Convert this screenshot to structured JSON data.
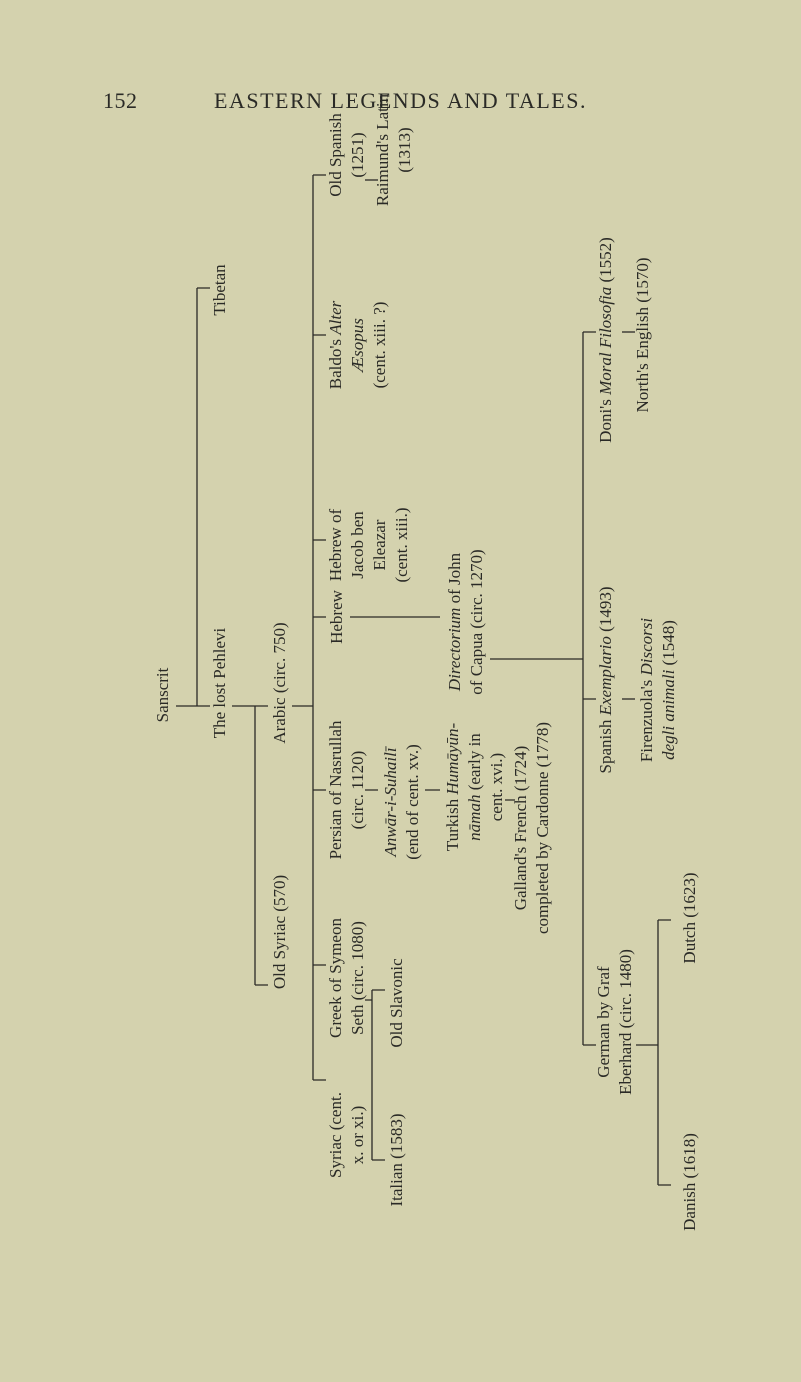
{
  "page": {
    "number": "152",
    "running_title": "EASTERN LEGENDS AND TALES."
  },
  "tree": {
    "sanscrit": "Sanscrit",
    "tibetan": "Tibetan",
    "pehlevi": "The lost Pehlevi",
    "arabic": "Arabic (circ. 750)",
    "old_syriac": "Old Syriac (570)",
    "syriac": [
      "Syriac (cent.",
      "x. or xi.)"
    ],
    "greek": [
      "Greek of Symeon",
      "Seth (circ. 1080)"
    ],
    "old_slavonic": "Old Slavonic",
    "italian": "Italian (1583)",
    "persian": [
      "Persian of Nasrullah",
      "(circ. 1120)"
    ],
    "anwar": {
      "title": "Anwār-i-Suhailī",
      "line2": "(end of cent. xv.)"
    },
    "turkish": {
      "pre": "Turkish ",
      "title": "Humāyūn-",
      "title2": "nāmah",
      "post2": " (early in",
      "line3": "cent. xvi.)"
    },
    "galland": [
      "Galland's French (1724)",
      "completed by Cardonne (1778)"
    ],
    "hebrew": "Hebrew",
    "directorium": {
      "title": "Directorium",
      "post": " of John",
      "line2": "of Capua (circ. 1270)"
    },
    "hebrew_jacob": [
      "Hebrew of",
      "Jacob ben",
      "Eleazar",
      "(cent. xiii.)"
    ],
    "baldo": {
      "pre": "Baldo's ",
      "title": "Alter",
      "title2": "Æsopus",
      "line3": "(cent. xiii. ?)"
    },
    "old_spanish": [
      "Old Spanish",
      "(1251)"
    ],
    "raimund": [
      "Raimund's Latin",
      "(1313)"
    ],
    "doni": {
      "pre": "Doni's ",
      "title": "Moral Filosofia",
      "post": " (1552)"
    },
    "north": "North's English (1570)",
    "spanish": {
      "pre": "Spanish ",
      "title": "Exemplario",
      "post": " (1493)"
    },
    "firenzuola": {
      "pre": "Firenzuola's ",
      "title": "Discorsi",
      "title2": "degli animali",
      "post2": " (1548)"
    },
    "german": [
      "German by Graf",
      "Eberhard (circ. 1480)"
    ],
    "dutch": "Dutch (1623)",
    "danish": "Danish (1618)"
  }
}
